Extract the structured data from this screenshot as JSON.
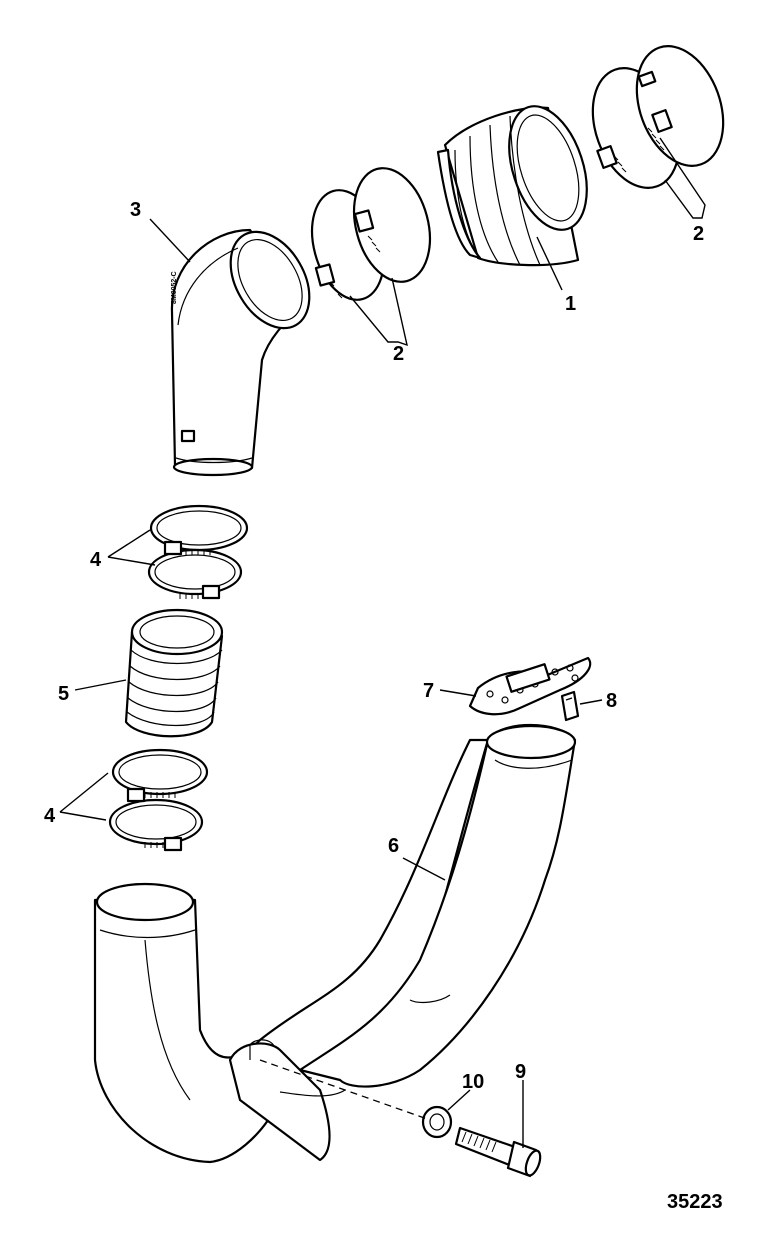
{
  "callouts": {
    "c1": "1",
    "c2a": "2",
    "c2b": "2",
    "c3": "3",
    "c4a": "4",
    "c4b": "4",
    "c5": "5",
    "c6": "6",
    "c7": "7",
    "c8": "8",
    "c9": "9",
    "c10": "10"
  },
  "figure_number": "35223",
  "elbow_marking": "8M0052-C"
}
